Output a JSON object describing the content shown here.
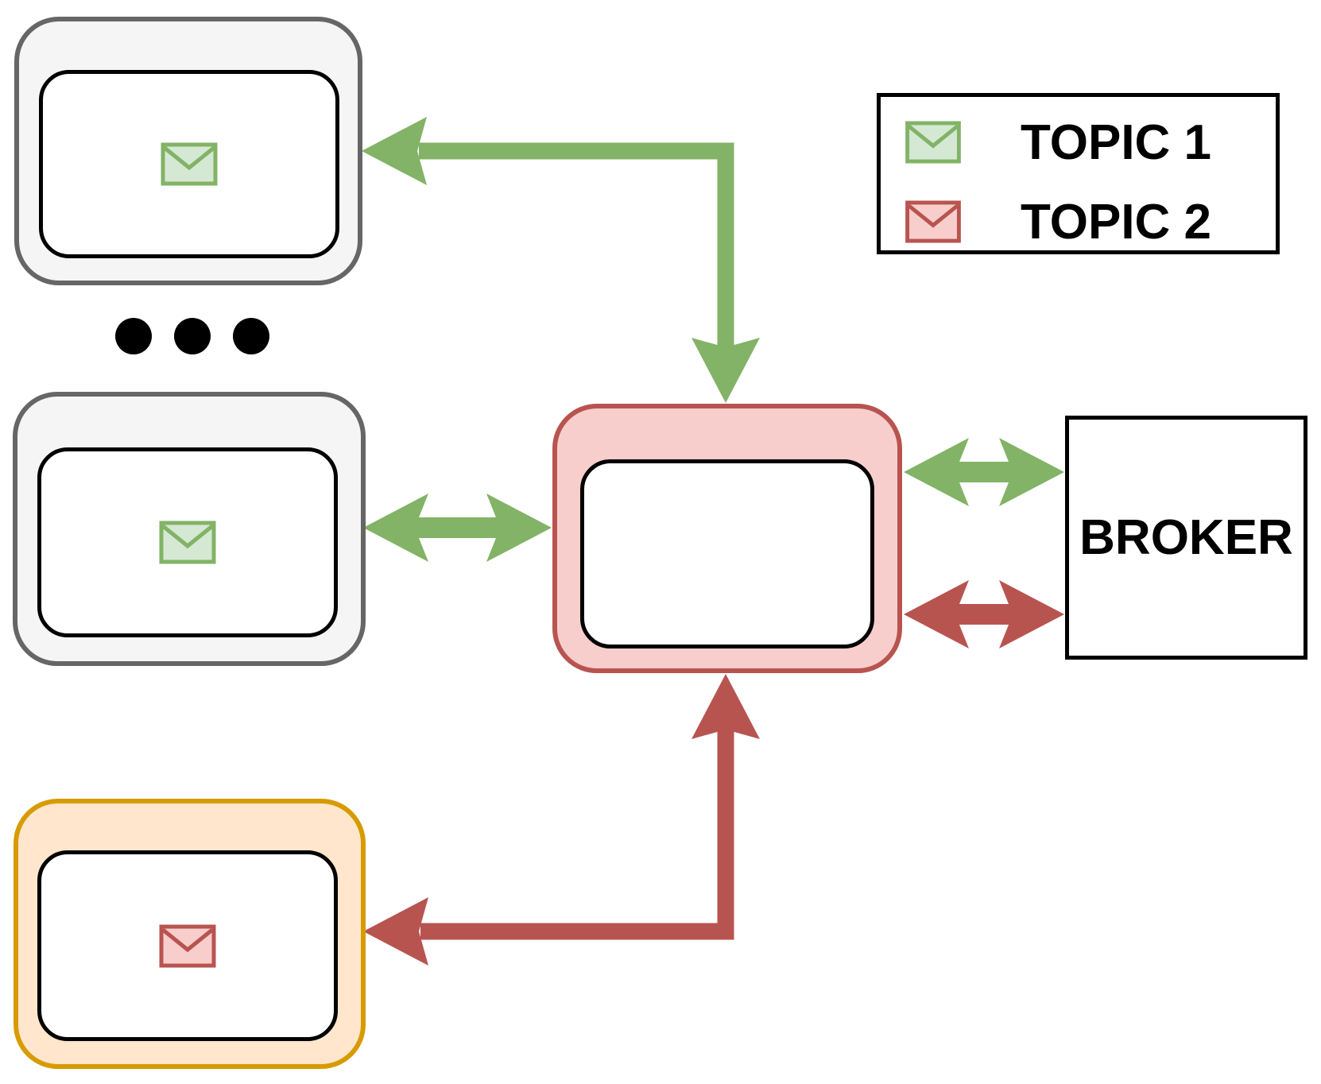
{
  "colors": {
    "green": "#82b366",
    "green_light": "#d5e8d4",
    "red": "#b85450",
    "red_light": "#f8cecc",
    "orange": "#d79b00",
    "orange_light": "#ffe6cc",
    "gray_border": "#666666",
    "gray_fill": "#f5f5f5"
  },
  "legend": {
    "items": [
      {
        "icon": "envelope-topic1-icon",
        "label": "TOPIC 1"
      },
      {
        "icon": "envelope-topic2-icon",
        "label": "TOPIC 2"
      }
    ]
  },
  "nodes": {
    "consumer_top": {
      "icon": "envelope-topic1-icon"
    },
    "consumer_middle": {
      "icon": "envelope-topic1-icon"
    },
    "consumer_bottom": {
      "icon": "envelope-topic2-icon"
    },
    "relay": {},
    "broker": {
      "label": "BROKER"
    }
  },
  "connections": [
    {
      "from": "relay",
      "to": "consumer_top",
      "topic": "TOPIC 1",
      "style": "elbow-bidirectional"
    },
    {
      "from": "relay",
      "to": "consumer_middle",
      "topic": "TOPIC 1",
      "style": "double-arrow"
    },
    {
      "from": "relay",
      "to": "broker",
      "topic": "TOPIC 1",
      "style": "double-arrow"
    },
    {
      "from": "relay",
      "to": "broker",
      "topic": "TOPIC 2",
      "style": "double-arrow"
    },
    {
      "from": "relay",
      "to": "consumer_bottom",
      "topic": "TOPIC 2",
      "style": "elbow-bidirectional"
    }
  ]
}
